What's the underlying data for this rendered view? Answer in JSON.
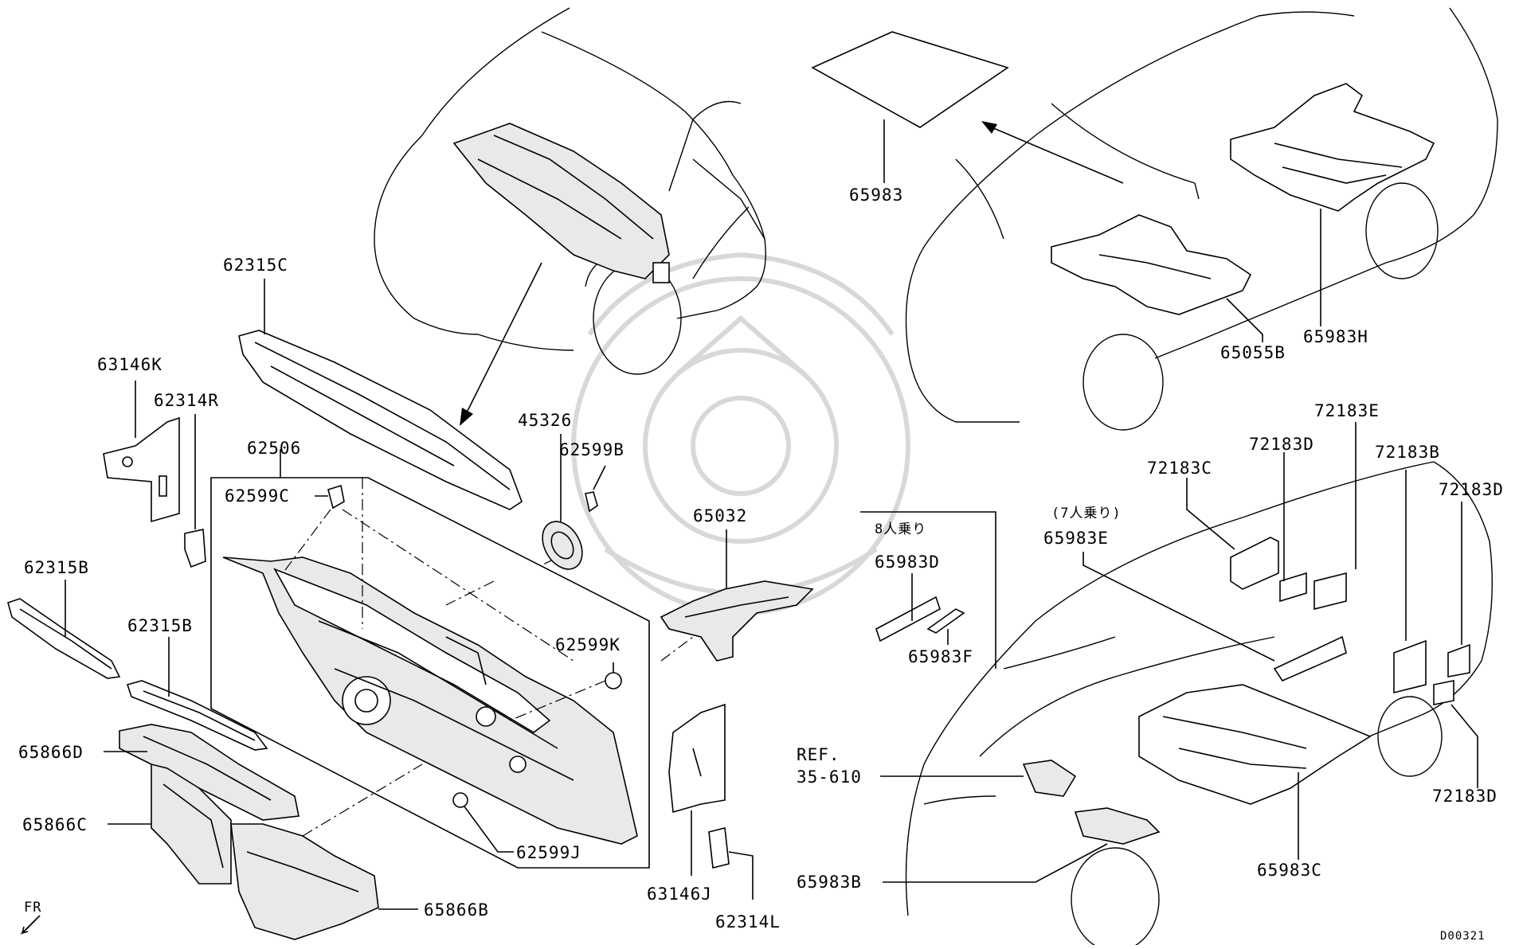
{
  "diagram": {
    "labels": {
      "l_62315C": "62315C",
      "l_63146K": "63146K",
      "l_62314R": "62314R",
      "l_62506": "62506",
      "l_62599C": "62599C",
      "l_45326": "45326",
      "l_62599B": "62599B",
      "l_62315B_a": "62315B",
      "l_62315B_b": "62315B",
      "l_65866D": "65866D",
      "l_65866C": "65866C",
      "l_65866B": "65866B",
      "l_62599K": "62599K",
      "l_62599J": "62599J",
      "l_65032": "65032",
      "l_63146J": "63146J",
      "l_62314L": "62314L",
      "l_65983": "65983",
      "l_65983H": "65983H",
      "l_65055B": "65055B",
      "l_72183E": "72183E",
      "l_72183D_a": "72183D",
      "l_72183C": "72183C",
      "l_72183B": "72183B",
      "l_72183D_b": "72183D",
      "l_72183D_c": "72183D",
      "l_7seat": "(7人乗り)",
      "l_65983E": "65983E",
      "l_8seat": "8人乗り",
      "l_65983D": "65983D",
      "l_65983F": "65983F",
      "l_ref1": "REF.",
      "l_ref2": "35-610",
      "l_65983B": "65983B",
      "l_65983C": "65983C",
      "l_fr": "FR",
      "l_code": "D00321"
    }
  }
}
